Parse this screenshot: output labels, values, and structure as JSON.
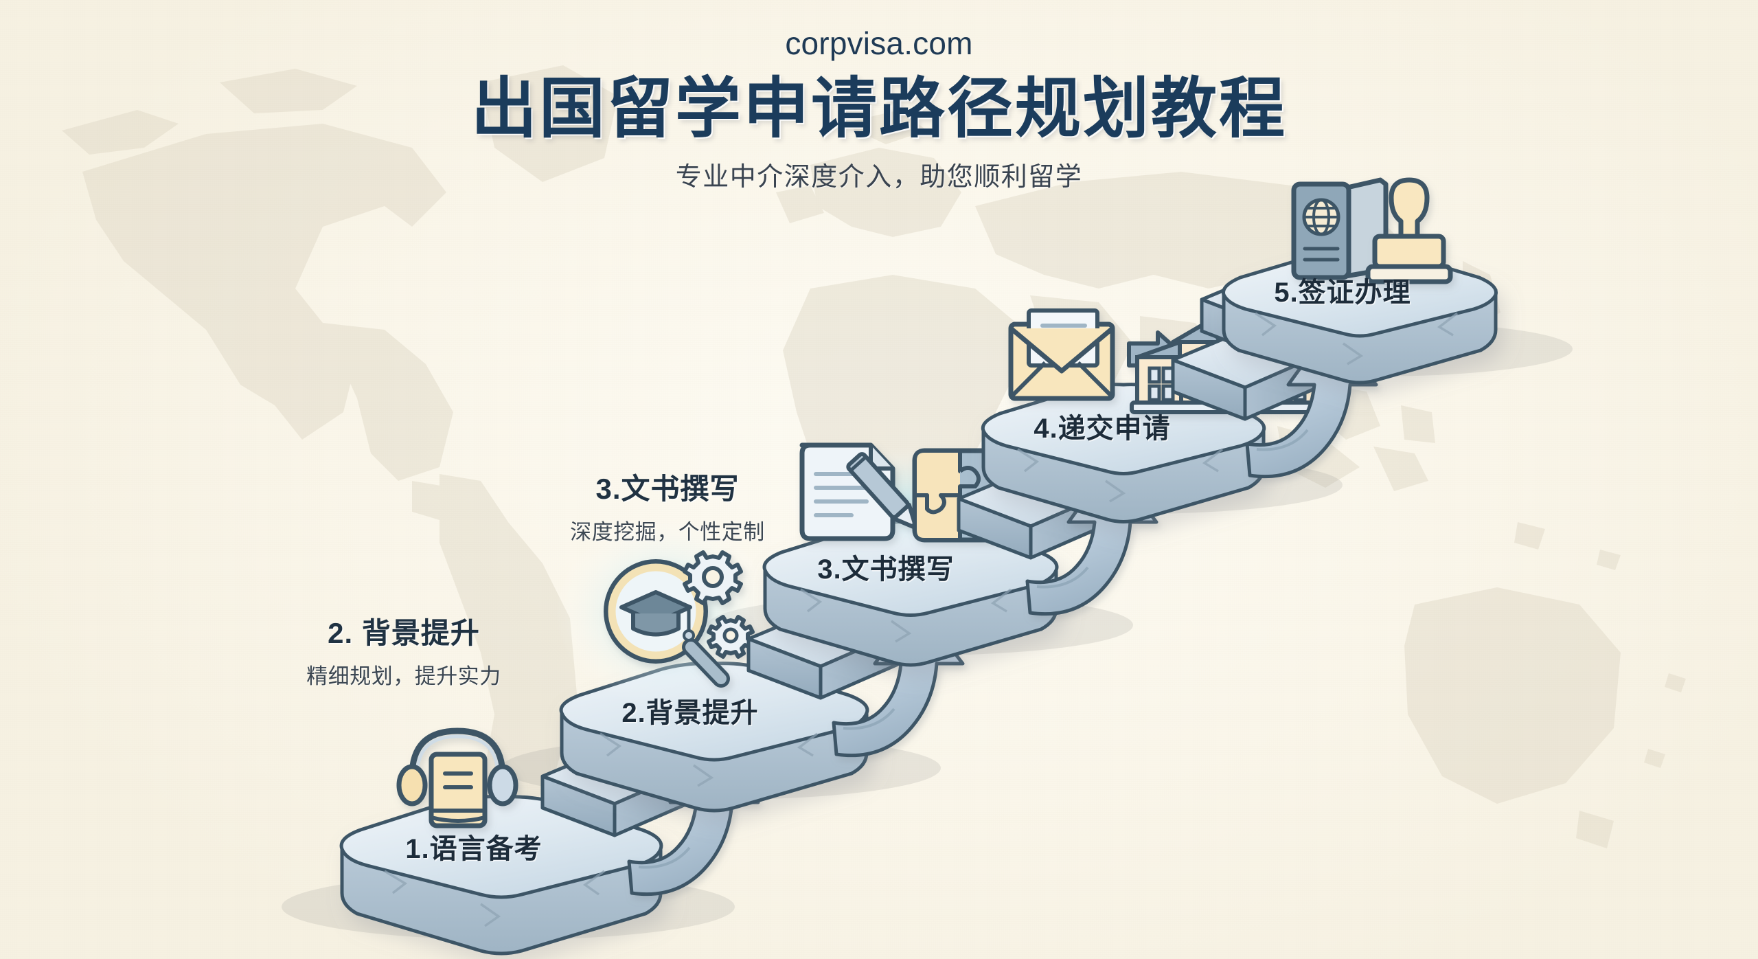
{
  "page": {
    "background_color": "#faf6ea",
    "accent_color": "#1b3c5c",
    "slab_color": "#c3d2de",
    "icon_accent_color": "#f6e0b0"
  },
  "header": {
    "brand": "corpvisa.com",
    "title": "出国留学申请路径规划教程",
    "subtitle": "专业中介深度介入，助您顺利留学"
  },
  "steps": [
    {
      "number": "1",
      "platform_label": "1.语言备考",
      "icons": [
        "headphones-icon",
        "book-icon"
      ]
    },
    {
      "number": "2",
      "platform_label": "2.背景提升",
      "callout_title": "2. 背景提升",
      "callout_subtitle": "精细规划，提升实力",
      "icons": [
        "magnifier-icon",
        "graduation-cap-icon",
        "gear-icon"
      ]
    },
    {
      "number": "3",
      "platform_label": "3.文书撰写",
      "callout_title": "3.文书撰写",
      "callout_subtitle": "深度挖掘，个性定制",
      "icons": [
        "document-icon",
        "pencil-icon",
        "puzzle-icon"
      ]
    },
    {
      "number": "4",
      "platform_label": "4.递交申请",
      "icons": [
        "envelope-icon",
        "arrow-right-icon",
        "school-building-icon"
      ]
    },
    {
      "number": "5",
      "platform_label": "5.签证办理",
      "icons": [
        "passport-icon",
        "stamp-icon"
      ]
    }
  ]
}
